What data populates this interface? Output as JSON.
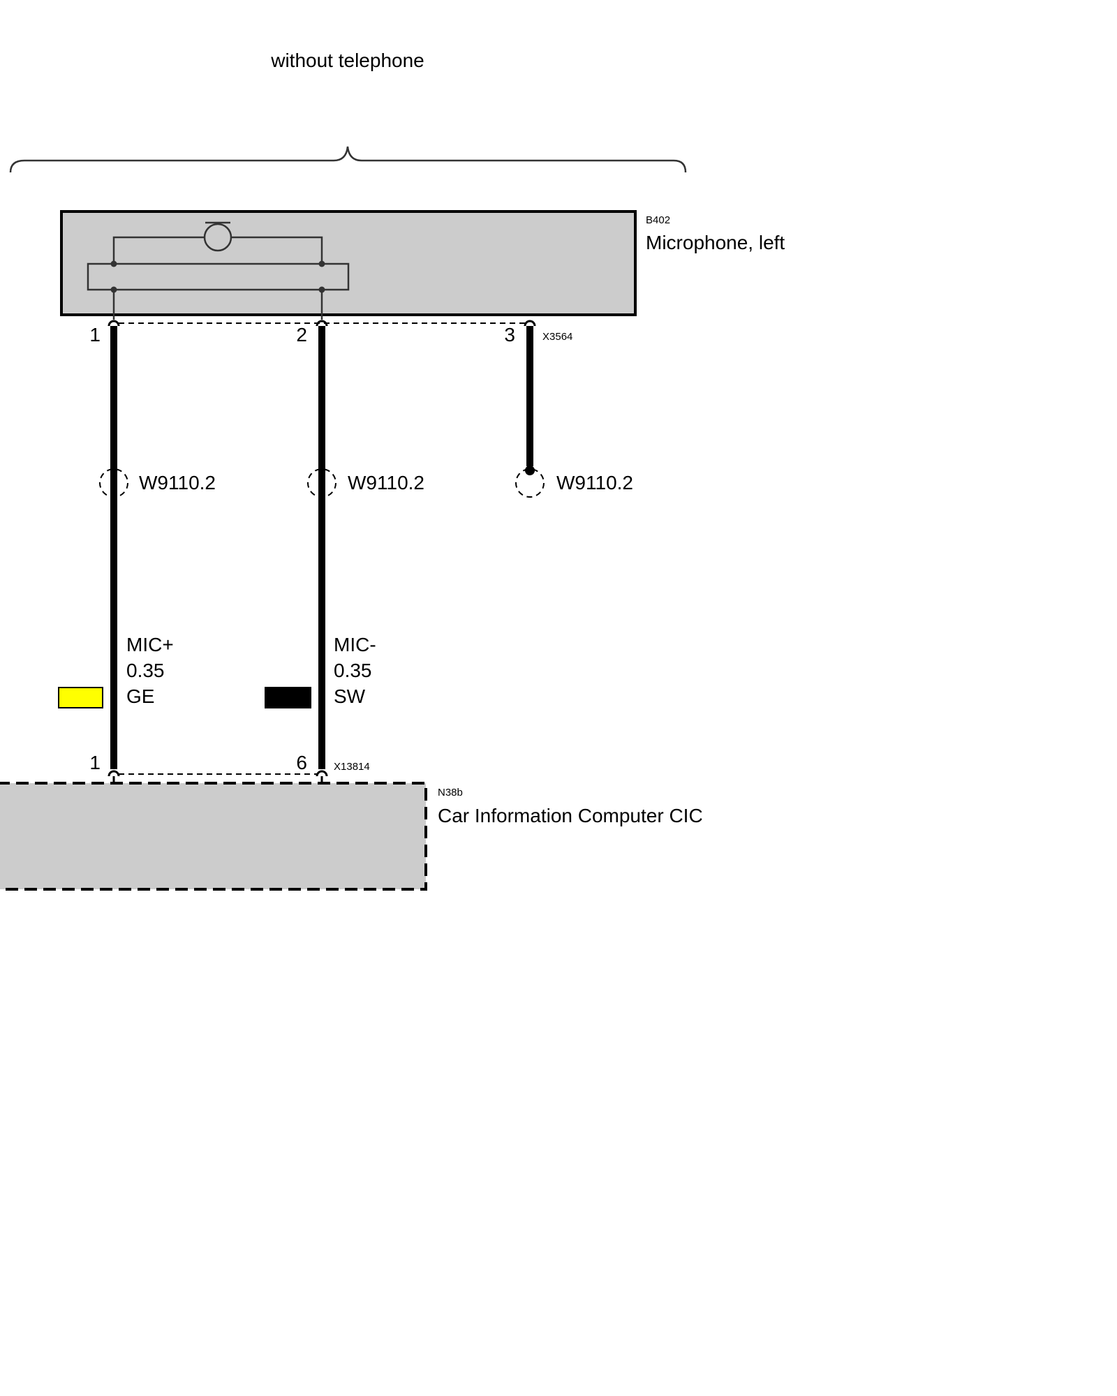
{
  "header": {
    "group_label": "without telephone"
  },
  "components": {
    "microphone": {
      "id": "B402",
      "name": "Microphone, left",
      "connector": "X3564"
    },
    "cic": {
      "id": "N38b",
      "name": "Car Information Computer CIC",
      "connector": "X13814"
    }
  },
  "wires": [
    {
      "top_pin": "1",
      "bottom_pin": "1",
      "harness": "W9110.2",
      "signal": "MIC+",
      "gauge": "0.35",
      "color_code": "GE",
      "color_hex": "#ffff00"
    },
    {
      "top_pin": "2",
      "bottom_pin": "6",
      "harness": "W9110.2",
      "signal": "MIC-",
      "gauge": "0.35",
      "color_code": "SW",
      "color_hex": "#000000"
    },
    {
      "top_pin": "3",
      "harness": "W9110.2"
    }
  ],
  "colors": {
    "component_fill": "#cccccc",
    "line": "#000000"
  }
}
